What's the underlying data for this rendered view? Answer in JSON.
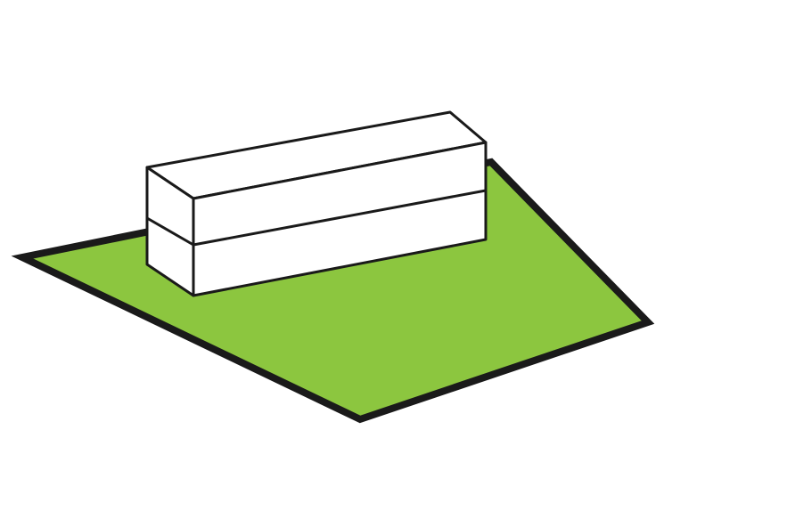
{
  "diagram": {
    "kind": "isometric-site-massing",
    "elements": [
      {
        "role": "site-plot",
        "shape": "quadrilateral"
      },
      {
        "role": "building-block",
        "storeys": 2
      }
    ],
    "colors": {
      "site_fill": "#8cc63f",
      "outline": "#1a1a1a",
      "building_fill": "#ffffff",
      "background": "#ffffff"
    }
  }
}
